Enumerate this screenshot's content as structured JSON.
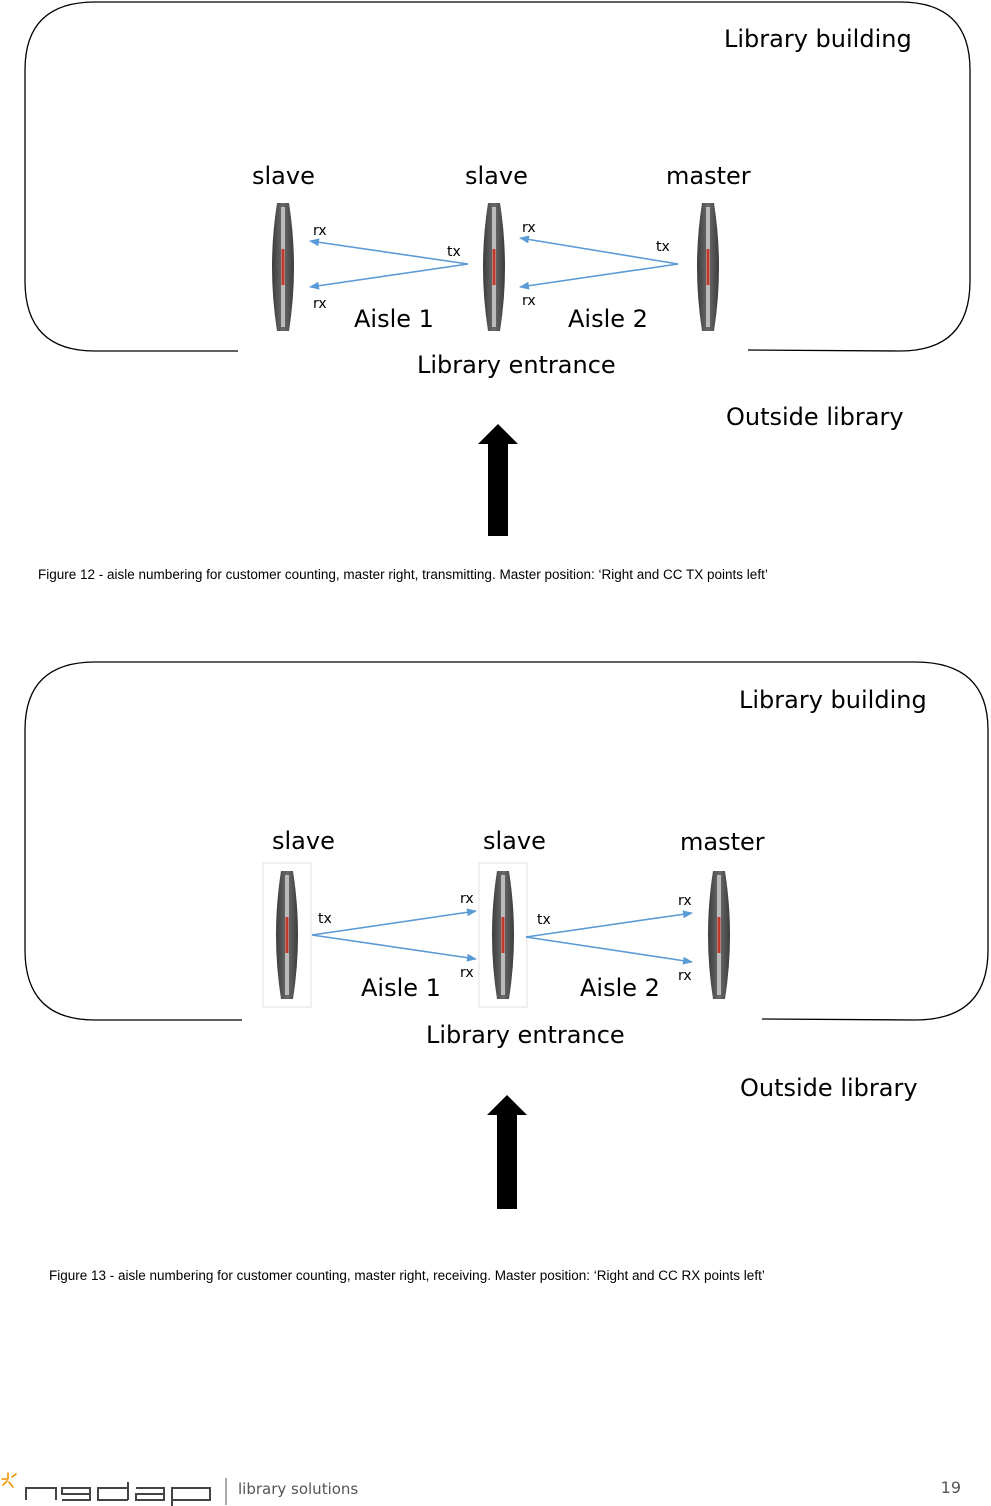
{
  "figure1": {
    "building_label": "Library building",
    "gate_left_label": "slave",
    "gate_middle_label": "slave",
    "gate_right_label": "master",
    "aisle1_label": "Aisle 1",
    "aisle2_label": "Aisle 2",
    "entrance_label": "Library entrance",
    "outside_label": "Outside library",
    "signals": {
      "left_rx_top": "rx",
      "left_rx_bottom": "rx",
      "middle_tx": "tx",
      "middle_rx_top": "rx",
      "middle_rx_bottom": "rx",
      "right_tx": "tx"
    },
    "caption": "Figure 12 - aisle numbering for customer counting, master right, transmitting. Master position: ‘Right and CC TX points left’"
  },
  "figure2": {
    "building_label": "Library building",
    "gate_left_label": "slave",
    "gate_middle_label": "slave",
    "gate_right_label": "master",
    "aisle1_label": "Aisle 1",
    "aisle2_label": "Aisle 2",
    "entrance_label": "Library entrance",
    "outside_label": "Outside library",
    "signals": {
      "left_tx": "tx",
      "middle_rx_top": "rx",
      "middle_rx_bottom": "rx",
      "middle_tx": "tx",
      "right_rx_top": "rx",
      "right_rx_bottom": "rx"
    },
    "caption": "Figure 13 - aisle numbering for customer counting, master right, receiving. Master position: ‘Right and CC RX points left’"
  },
  "footer": {
    "logo_icon": "nedap-logo-icon",
    "brand_text": "library solutions",
    "page_number": "19"
  },
  "colors": {
    "signal_arrow": "#5b9bd5",
    "gate_body": "#5a5a5a",
    "gate_accent": "#c0392b"
  }
}
